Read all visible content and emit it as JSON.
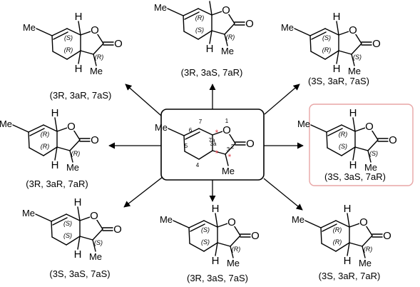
{
  "atoms": {
    "h": "H",
    "o": "O",
    "methyl": "Me"
  },
  "center": {
    "locants": [
      "1",
      "2",
      "3",
      "3a",
      "4",
      "5",
      "6",
      "7",
      "7a"
    ],
    "stereo_marker": "*"
  },
  "isomers": [
    {
      "descriptors": [
        "(S)",
        "(R)",
        "(R)"
      ],
      "caption": "(3R, 3aR, 7aS)"
    },
    {
      "descriptors": [
        "(R)",
        "(S)",
        "(R)"
      ],
      "caption": "(3R, 3aS, 7aR)"
    },
    {
      "descriptors": [
        "(S)",
        "(R)",
        "(S)"
      ],
      "caption": "(3S, 3aR, 7aS)"
    },
    {
      "descriptors": [
        "(R)",
        "(R)",
        "(R)"
      ],
      "caption": "(3R, 3aR, 7aR)"
    },
    {
      "descriptors": [
        "(R)",
        "(S)",
        "(S)"
      ],
      "caption": "(3S, 3aS, 7aR)",
      "highlighted": true
    },
    {
      "descriptors": [
        "(S)",
        "(S)",
        "(S)"
      ],
      "caption": "(3S, 3aS, 7aS)"
    },
    {
      "descriptors": [
        "(S)",
        "(S)",
        "(R)"
      ],
      "caption": "(3R, 3aS, 7aS)"
    },
    {
      "descriptors": [
        "(R)",
        "(R)",
        "(R)"
      ],
      "caption": "(3S, 3aR, 7aR)"
    }
  ]
}
